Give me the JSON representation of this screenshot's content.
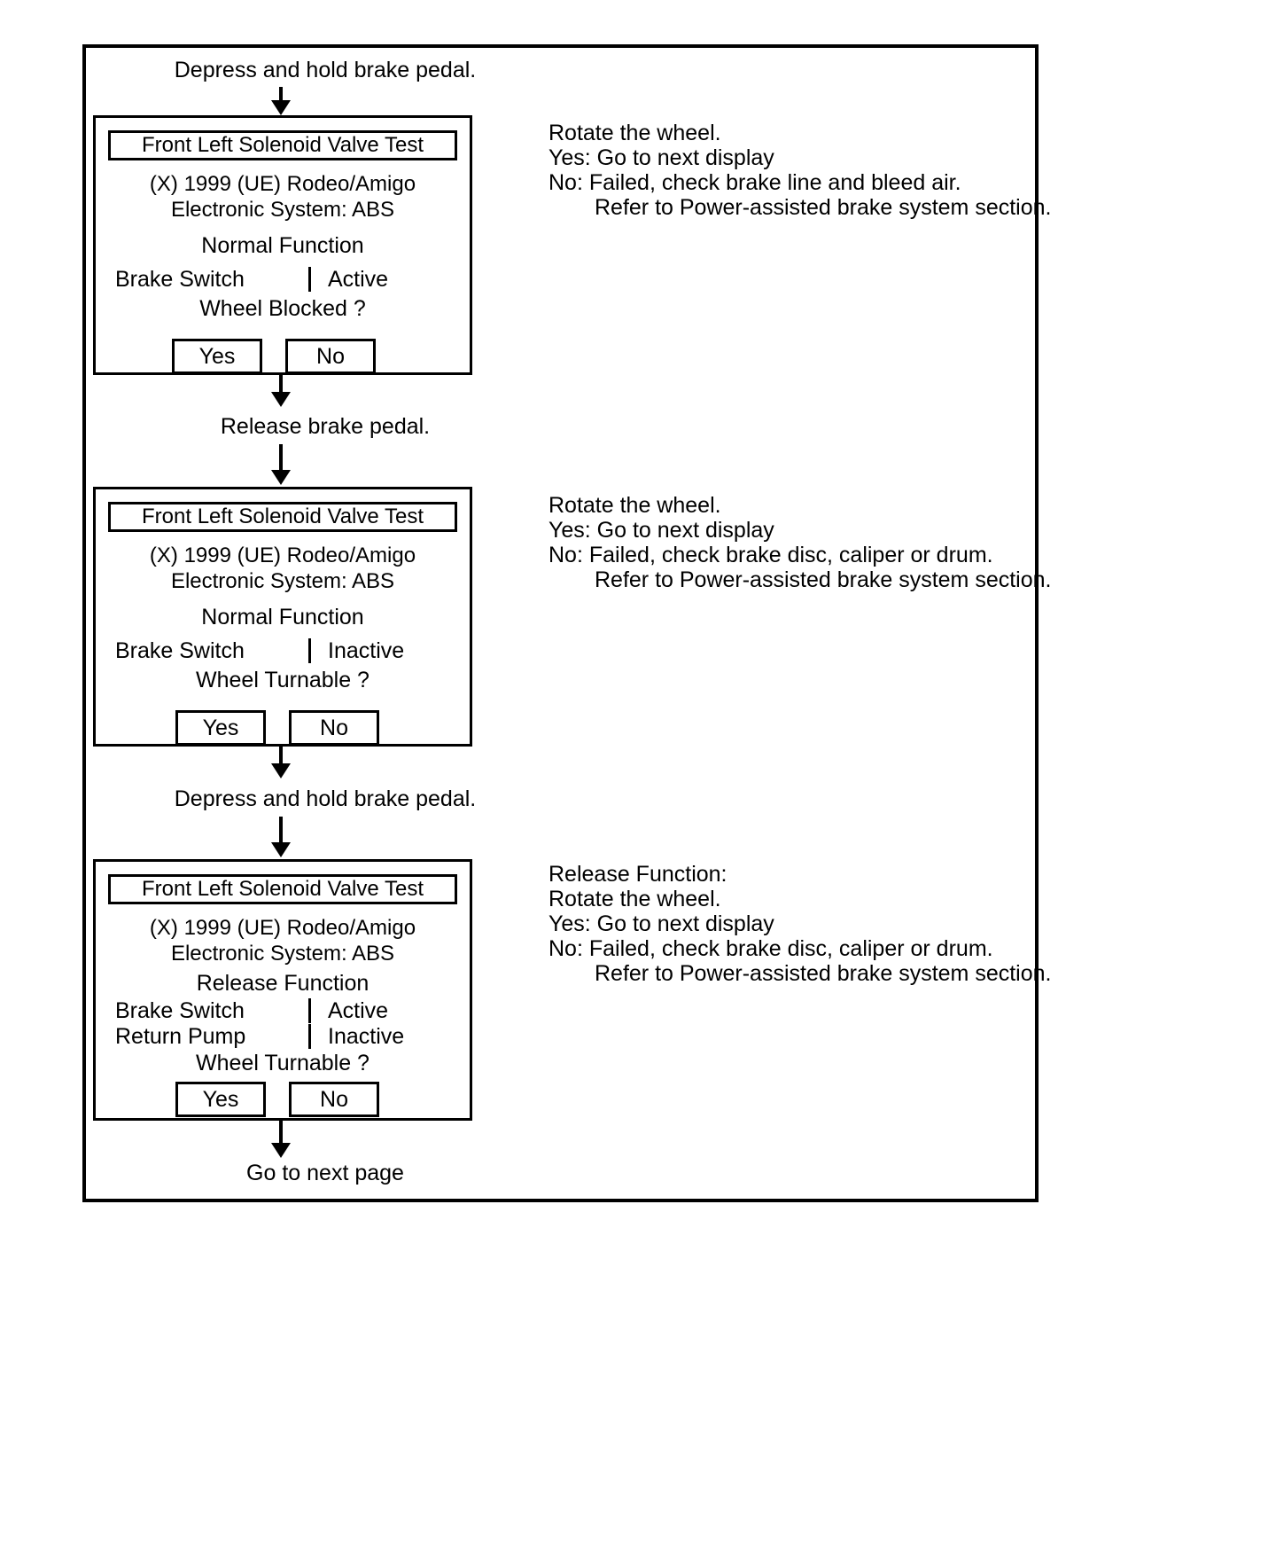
{
  "document": {
    "title": "Front Left Solenoid Valve Test flow chart"
  },
  "flow": {
    "step1_caption": "Depress and hold brake pedal.",
    "step2_caption": "Release brake pedal.",
    "step3_caption": "Depress and hold brake pedal.",
    "end_caption": "Go to next page"
  },
  "displays": [
    {
      "title": "Front Left Solenoid Valve Test",
      "vehicle": "(X) 1999  (UE) Rodeo/Amigo",
      "system": "Electronic System: ABS",
      "mode": "Normal Function",
      "rows": [
        {
          "label": "Brake Switch",
          "value": "Active"
        }
      ],
      "question": "Wheel Blocked ?",
      "yes_label": "Yes",
      "no_label": "No"
    },
    {
      "title": "Front Left Solenoid Valve Test",
      "vehicle": "(X) 1999  (UE) Rodeo/Amigo",
      "system": "Electronic System: ABS",
      "mode": "Normal Function",
      "rows": [
        {
          "label": "Brake Switch",
          "value": "Inactive"
        }
      ],
      "question": "Wheel Turnable ?",
      "yes_label": "Yes",
      "no_label": "No"
    },
    {
      "title": "Front Left Solenoid Valve Test",
      "vehicle": "(X) 1999  (UE) Rodeo/Amigo",
      "system": "Electronic System: ABS",
      "mode": "Release Function",
      "rows": [
        {
          "label": "Brake Switch",
          "value": "Active"
        },
        {
          "label": "Return Pump",
          "value": "Inactive"
        }
      ],
      "question": "Wheel Turnable ?",
      "yes_label": "Yes",
      "no_label": "No"
    }
  ],
  "notes": [
    {
      "line1": "Rotate the wheel.",
      "line2": "Yes: Go to next display",
      "line3": "No:  Failed, check brake line and bleed air.",
      "line4": "Refer to Power-assisted brake system section."
    },
    {
      "line1": "Rotate the wheel.",
      "line2": "Yes: Go to next display",
      "line3": "No:  Failed, check brake disc, caliper or drum.",
      "line4": "Refer to Power-assisted brake system section."
    },
    {
      "line0": "Release Function:",
      "line1": "Rotate the wheel.",
      "line2": "Yes: Go to next display",
      "line3": "No:  Failed, check brake disc, caliper or drum.",
      "line4": "Refer to Power-assisted brake system section."
    }
  ],
  "colors": {
    "ink": "#000000",
    "paper": "#ffffff"
  }
}
